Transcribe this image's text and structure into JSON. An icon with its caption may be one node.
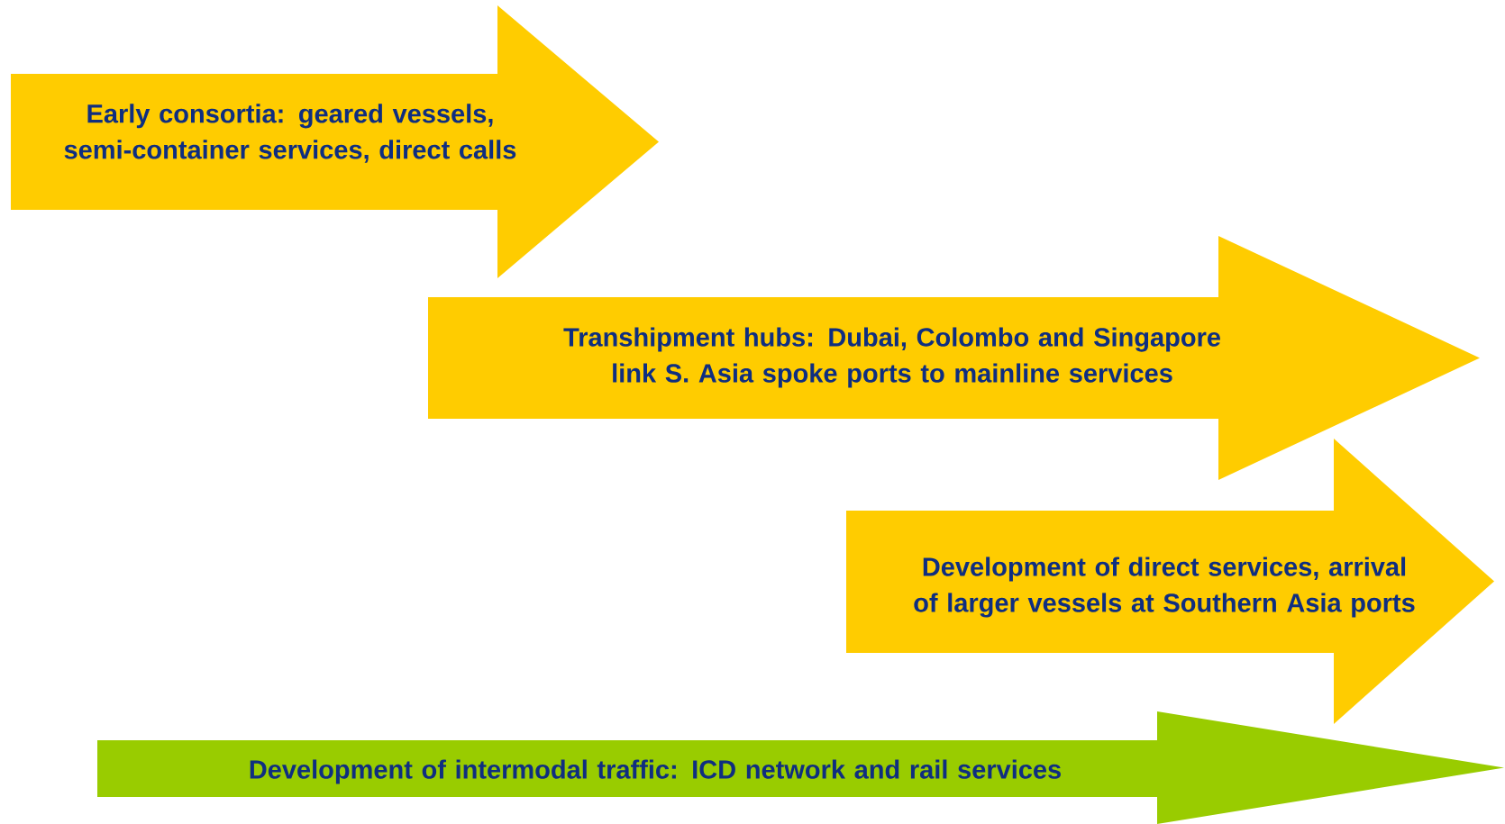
{
  "diagram": {
    "nodes": [
      {
        "text": [
          "Early consortia: geared vessels, semi-container services, direct calls"
        ]
      },
      {
        "text": [
          "Transhipment hubs: Dubai, Colombo and Singapore link S. Asia spoke ports to mainline services"
        ]
      },
      {
        "text": [
          "Development of direct services, arrival of larger vessels at Southern Asia ports"
        ]
      },
      {
        "text": [
          "Development of intermodal traffic: ICD network and rail services"
        ]
      }
    ]
  }
}
